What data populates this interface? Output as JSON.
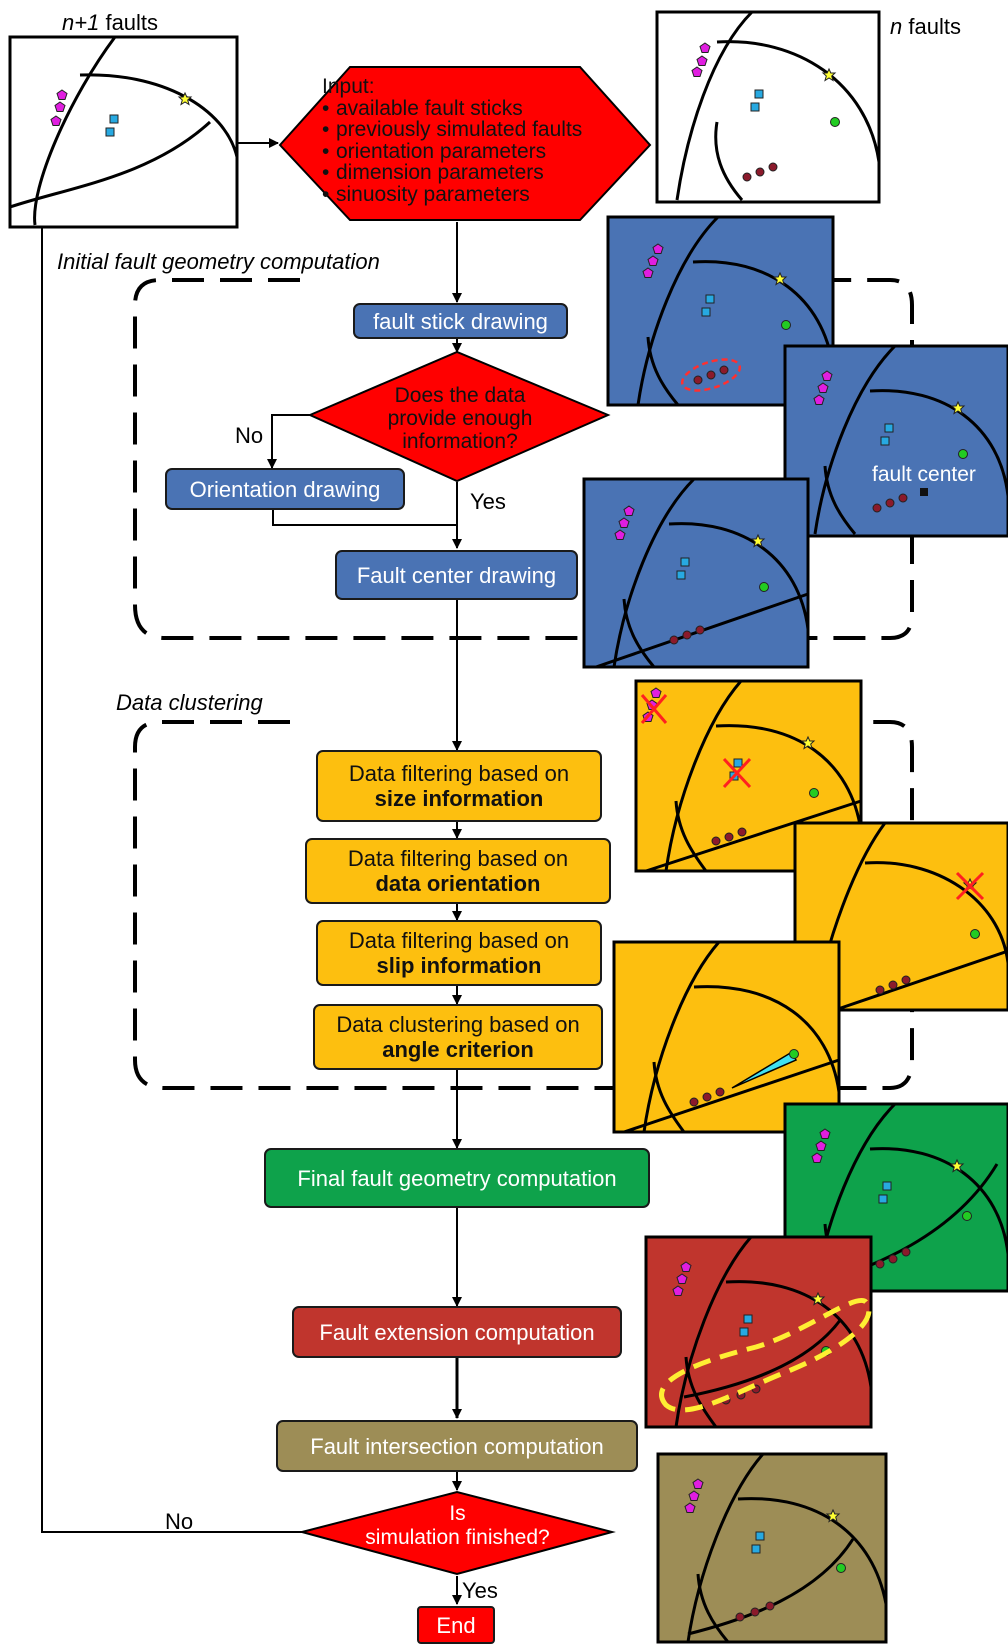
{
  "labels": {
    "n_plus_1_var": "n+1",
    "n_plus_1_text": "faults",
    "n_var": "n",
    "n_text": "faults",
    "section_initial": "Initial fault geometry computation",
    "section_clustering": "Data clustering",
    "no_left": "No",
    "yes_mid": "Yes",
    "no_bottom": "No",
    "yes_bottom": "Yes",
    "fault_center_inset": "fault center"
  },
  "input": {
    "title": "Input:",
    "items": [
      "available fault sticks",
      "previously simulated faults",
      "orientation parameters",
      "dimension parameters",
      "sinuosity parameters"
    ]
  },
  "steps": {
    "fault_stick_drawing": "fault stick drawing",
    "decision_enough_info": "Does the data provide enough information?",
    "orientation_drawing": "Orientation drawing",
    "fault_center_drawing": "Fault center drawing",
    "filter_size_1": "Data filtering based on",
    "filter_size_2": "size information",
    "filter_orient_1": "Data filtering based on",
    "filter_orient_2": "data orientation",
    "filter_slip_1": "Data filtering based on",
    "filter_slip_2": "slip information",
    "cluster_angle_1": "Data clustering based on",
    "cluster_angle_2": "angle criterion",
    "final_geometry": "Final fault geometry computation",
    "extension": "Fault extension computation",
    "intersection": "Fault intersection computation",
    "decision_finished_1": "Is",
    "decision_finished_2": "simulation finished?",
    "end": "End"
  },
  "colors": {
    "input_red": "#ff0000",
    "blue_step": "#4a73b4",
    "yellow_step": "#fdbf0f",
    "green_step": "#0ea24b",
    "red_step": "#c0352d",
    "olive_step": "#9d8d56",
    "magenta_data": "#e01ee0",
    "cyan_data": "#27a9e1",
    "star_data": "#ffff33",
    "green_data": "#22cc22",
    "dark_red_data": "#8b1a2b"
  },
  "icons": [
    "pentagon-magenta",
    "square-cyan",
    "star-yellow",
    "circle-green",
    "circle-darkred",
    "cross-red"
  ]
}
